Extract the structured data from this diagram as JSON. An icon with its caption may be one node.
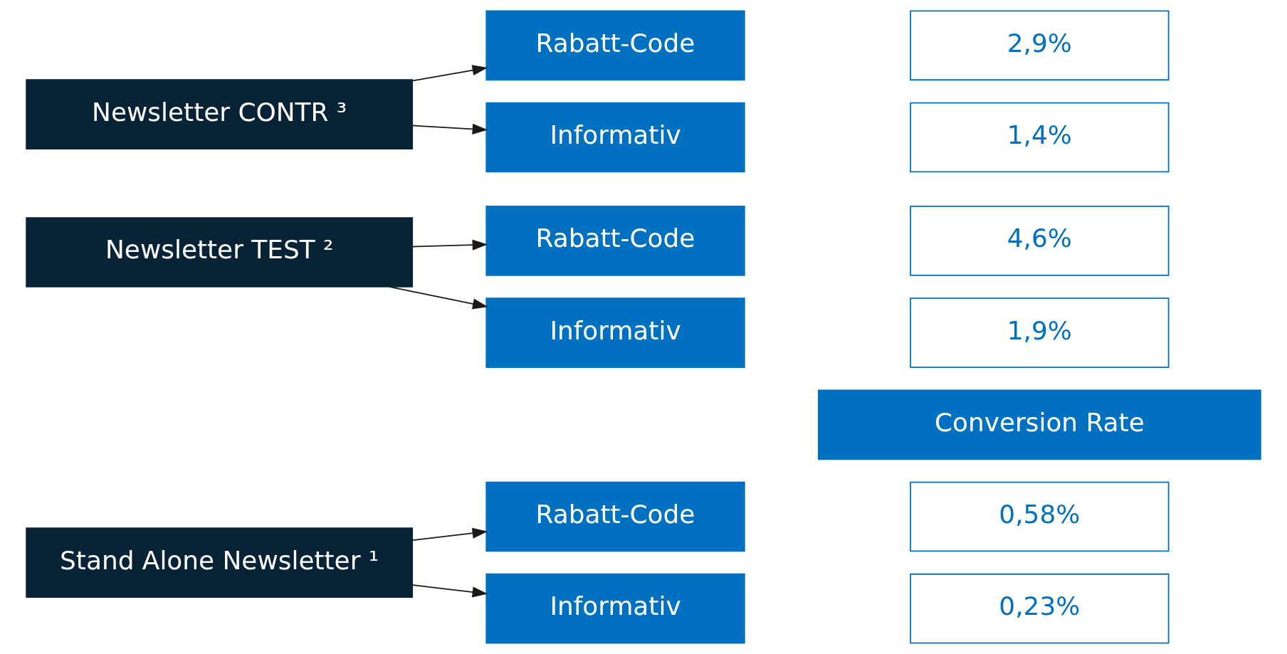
{
  "diagram": {
    "nodes": [
      {
        "text": [
          "Stand Alone Newsletter ¹"
        ]
      },
      {
        "text": [
          "Rabatt-Code"
        ]
      },
      {
        "text": [
          "Informativ"
        ]
      },
      {
        "text": [
          "Newsletter TEST ²"
        ]
      },
      {
        "text": [
          "Rabatt-Code"
        ]
      },
      {
        "text": [
          "Informativ"
        ]
      },
      {
        "text": [
          "Newsletter CONTR ³"
        ]
      },
      {
        "text": [
          "Rabatt-Code"
        ]
      },
      {
        "text": [
          "Informativ"
        ]
      },
      {
        "text": [
          "Conversion Rate"
        ]
      },
      {
        "text": [
          "0,58%"
        ]
      },
      {
        "text": [
          "0,23%"
        ]
      },
      {
        "text": [
          "4,6%"
        ]
      },
      {
        "text": [
          "1,9%"
        ]
      },
      {
        "text": [
          "2,9%"
        ]
      },
      {
        "text": [
          "1,4%"
        ]
      }
    ],
    "edges": [
      {
        "from": 0,
        "to": 1,
        "arrow": "to"
      },
      {
        "from": 0,
        "to": 2,
        "arrow": "to"
      },
      {
        "from": 3,
        "to": 4,
        "arrow": "to"
      },
      {
        "from": 3,
        "to": 5,
        "arrow": "to"
      },
      {
        "from": 6,
        "to": 7,
        "arrow": "to"
      },
      {
        "from": 6,
        "to": 8,
        "arrow": "to"
      }
    ]
  }
}
